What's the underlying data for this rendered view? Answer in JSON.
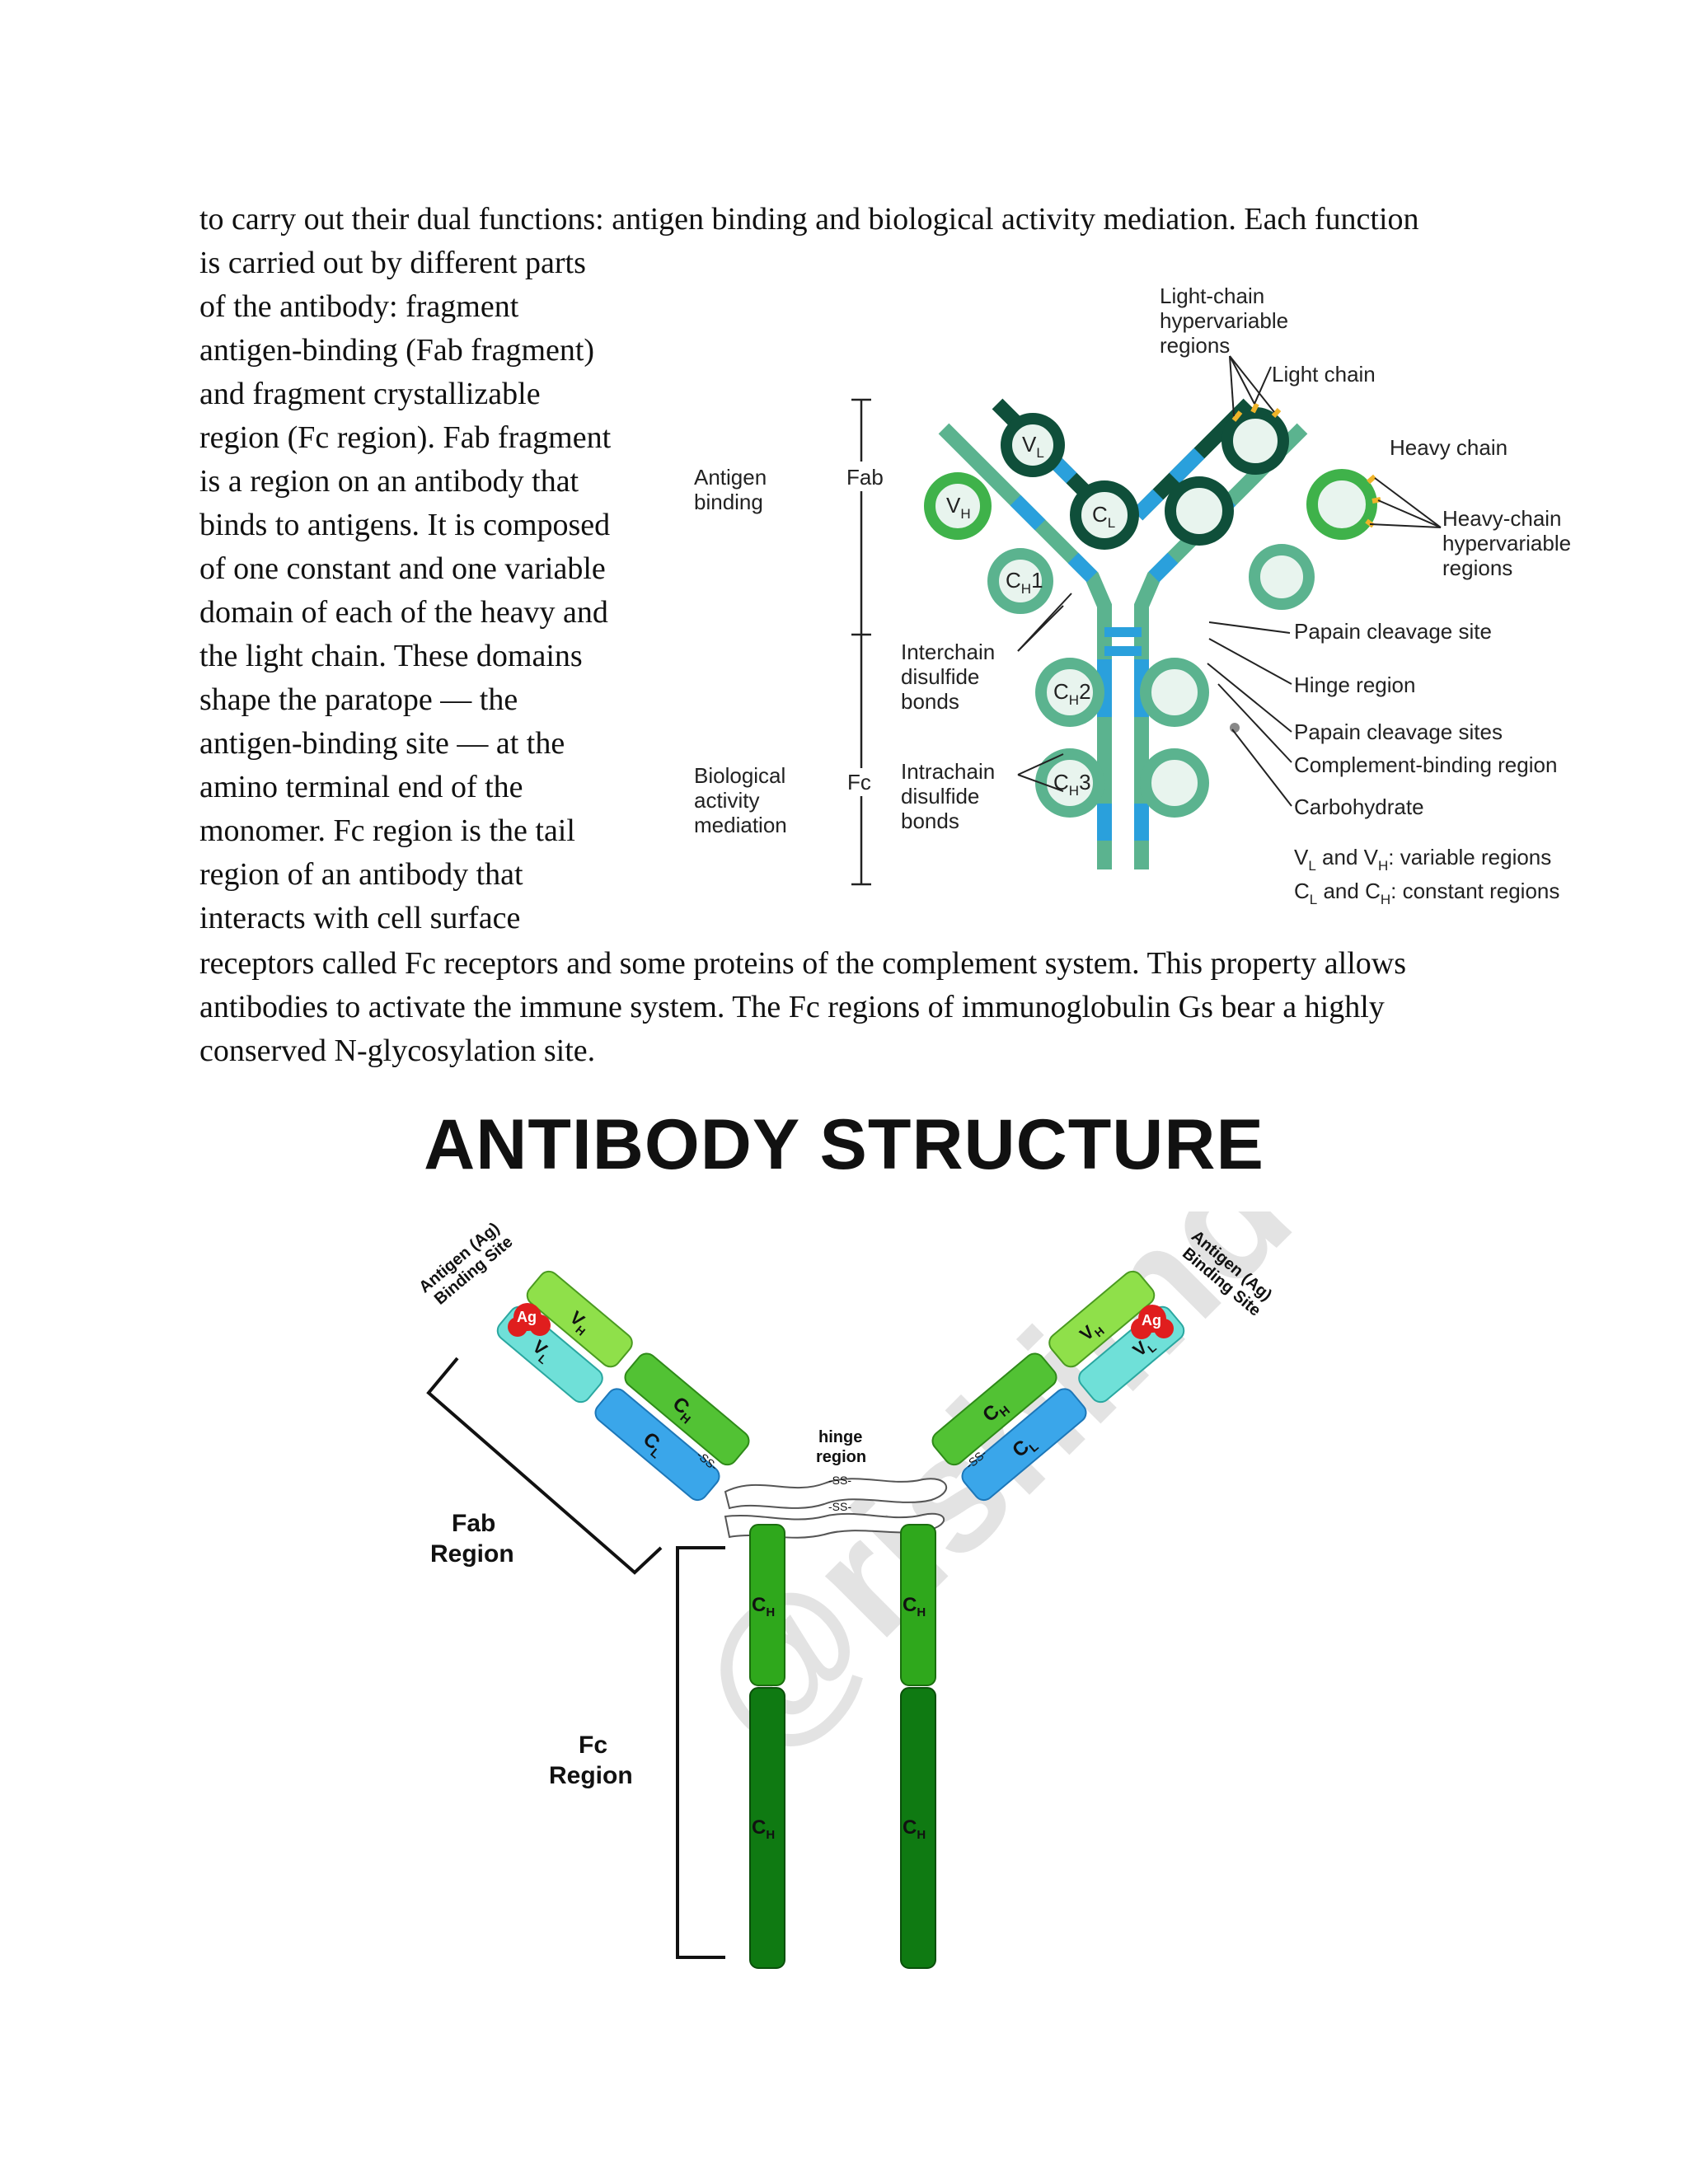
{
  "paragraph": {
    "top_line": "to carry out their dual functions: antigen binding and biological activity mediation. Each function",
    "wrapped_lines": [
      "is carried out by different parts",
      "of the antibody: fragment",
      "antigen-binding (Fab fragment)",
      "and fragment crystallizable",
      "region (Fc region). Fab fragment",
      "is a region on an antibody that",
      "binds to antigens. It is composed",
      "of one constant and one variable",
      "domain of each of the heavy and",
      "the light chain. These domains",
      "shape the paratope — the",
      "antigen-binding site — at the",
      "amino terminal end of the",
      "monomer. Fc region is the tail",
      "region of an antibody that",
      "interacts with cell surface"
    ],
    "bottom_lines": [
      "receptors called Fc receptors and some proteins of the complement system. This property allows",
      "antibodies to activate the immune system. The Fc regions of immunoglobulin Gs bear a highly",
      "conserved N-glycosylation site."
    ]
  },
  "figure1": {
    "left_labels": {
      "antigen_binding_1": "Antigen",
      "antigen_binding_2": "binding",
      "bio_1": "Biological",
      "bio_2": "activity",
      "bio_3": "mediation"
    },
    "bracket_labels": {
      "fab": "Fab",
      "fc": "Fc"
    },
    "inner_labels": {
      "interchain_1": "Interchain",
      "interchain_2": "disulfide",
      "interchain_3": "bonds",
      "intrachain_1": "Intrachain",
      "intrachain_2": "disulfide",
      "intrachain_3": "bonds"
    },
    "domain_labels": {
      "vl_main": "V",
      "vl_sub": "L",
      "vh_main": "V",
      "vh_sub": "H",
      "cl_main": "C",
      "cl_sub": "L",
      "ch1_main": "C",
      "ch1_sub": "H",
      "ch1_num": "1",
      "ch2_main": "C",
      "ch2_sub": "H",
      "ch2_num": "2",
      "ch3_main": "C",
      "ch3_sub": "H",
      "ch3_num": "3"
    },
    "right_labels": {
      "light_hyper_1": "Light-chain",
      "light_hyper_2": "hypervariable",
      "light_hyper_3": "regions",
      "light_chain": "Light chain",
      "heavy_chain": "Heavy chain",
      "heavy_hyper_1": "Heavy-chain",
      "heavy_hyper_2": "hypervariable",
      "heavy_hyper_3": "regions",
      "papain_site": "Papain cleavage site",
      "hinge": "Hinge region",
      "papain_sites": "Papain cleavage sites",
      "complement": "Complement-binding region",
      "carbohydrate": "Carbohydrate"
    },
    "legend": {
      "line1_a": "V",
      "line1_a_sub": "L",
      "line1_b": " and V",
      "line1_b_sub": "H",
      "line1_c": ": variable regions",
      "line2_a": "C",
      "line2_a_sub": "L",
      "line2_b": " and C",
      "line2_b_sub": "H",
      "line2_c": ": constant regions"
    },
    "colors": {
      "dark_green": "#0f4f3a",
      "bright_green": "#3fb24a",
      "teal": "#5bb38f",
      "blue": "#2aa0dc",
      "domain_fill": "#e8f4ee",
      "hypervariable": "#f0b429"
    }
  },
  "figure2": {
    "title": "ANTIBODY STRUCTURE",
    "binding_site_left_1": "Antigen (Ag)",
    "binding_site_left_2": "Binding Site",
    "binding_site_right_1": "Antigen (Ag)",
    "binding_site_right_2": "Binding Site",
    "ag": "Ag",
    "vh_main": "V",
    "vh_sub": "H",
    "vl_main": "V",
    "vl_sub": "L",
    "ch_main": "C",
    "ch_sub": "H",
    "cl_main": "C",
    "cl_sub": "L",
    "ss": "-SS-",
    "hinge_1": "hinge",
    "hinge_2": "region",
    "fab_1": "Fab",
    "fab_2": "Region",
    "fc_1": "Fc",
    "fc_2": "Region",
    "watermark": "@rishimd",
    "colors": {
      "light_green": "#8fe04a",
      "mid_green": "#52c234",
      "cyan": "#6fe0d8",
      "blue": "#3aa6ea",
      "fc_upper": "#2fa81c",
      "fc_lower": "#0f7a12",
      "antigen_red": "#e01e1e"
    }
  }
}
